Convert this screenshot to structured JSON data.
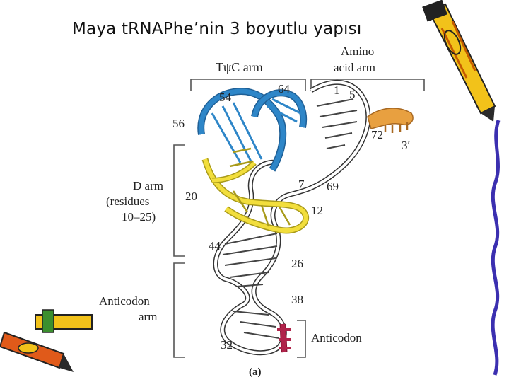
{
  "title": "Maya tRNAPhe’nin 3 boyutlu yapısı",
  "labels": {
    "tpsic_arm": "TψC arm",
    "amino_acid_arm_1": "Amino",
    "amino_acid_arm_2": "acid arm",
    "d_arm_1": "D arm",
    "d_arm_2": "(residues",
    "d_arm_3": "10–25)",
    "anticodon_arm_1": "Anticodon",
    "anticodon_arm_2": "arm",
    "anticodon": "Anticodon",
    "caption": "(a)"
  },
  "residues": {
    "r54": "54",
    "r64": "64",
    "r1": "1",
    "r5p": "5′",
    "r56": "56",
    "r72": "72",
    "r3p": "3′",
    "r7": "7",
    "r69": "69",
    "r20": "20",
    "r12": "12",
    "r44": "44",
    "r26": "26",
    "r38": "38",
    "r32": "32"
  },
  "colors": {
    "tpsic": "#2e86c8",
    "d_arm": "#f2de3c",
    "acceptor_end": "#e8a040",
    "anticodon": "#b0234a",
    "backbone": "#ffffff",
    "outline": "#444444"
  }
}
